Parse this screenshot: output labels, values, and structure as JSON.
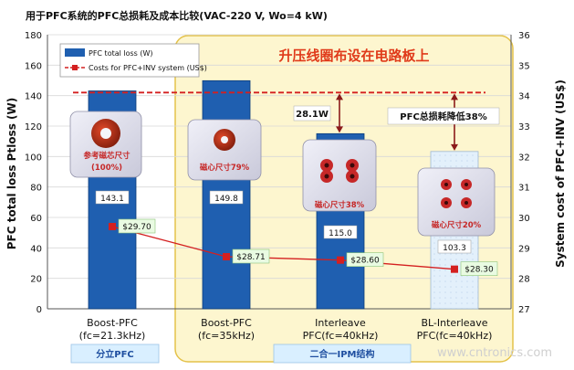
{
  "chart_data": {
    "type": "bar",
    "title": "用于PFC系统的PFC总损耗及成本比较(VAC-220 V, Wo=4 kW)",
    "categories": [
      {
        "line1": "Boost-PFC",
        "line2": "(fc=21.3kHz)"
      },
      {
        "line1": "Boost-PFC",
        "line2": "(fc=35kHz)"
      },
      {
        "line1": "Interleave",
        "line2": "PFC(fc=40kHz)"
      },
      {
        "line1": "BL-Interleave",
        "line2": "PFC(fc=40kHz)"
      }
    ],
    "ylabel": "PFC total loss Ptloss (W)",
    "y2label": "System cost of PFC+INV (US$)",
    "ylim": [
      0,
      180
    ],
    "y2lim": [
      27,
      36
    ],
    "yticks": [
      "0",
      "20",
      "40",
      "60",
      "80",
      "100",
      "120",
      "140",
      "160",
      "180"
    ],
    "y2ticks": [
      "27",
      "28",
      "29",
      "30",
      "31",
      "32",
      "33",
      "34",
      "35",
      "36"
    ],
    "series": [
      {
        "name": "PFC total loss (W)",
        "axis": "left",
        "values": [
          143.1,
          149.8,
          115.0,
          103.3
        ],
        "labels": [
          "143.1",
          "149.8",
          "115.0",
          "103.3"
        ]
      },
      {
        "name": "Costs for PFC+INV system (US$)",
        "axis": "right",
        "values": [
          29.7,
          28.71,
          28.6,
          28.3
        ],
        "labels": [
          "$29.70",
          "$28.71",
          "$28.60",
          "$28.30"
        ]
      }
    ],
    "reference_line_value_left": 142,
    "legend_position": "top-left",
    "annotations": {
      "highlight_title": "升压线圈布设在电路板上",
      "loss_diff": "28.1W",
      "loss_reduction": "PFC总损耗降低38%",
      "core_labels": [
        "参考磁芯尺寸(100%)",
        "磁心尺寸79%",
        "磁心尺寸38%",
        "磁心尺寸20%"
      ],
      "group_labels": [
        "分立PFC",
        "二合一IPM结构"
      ],
      "watermark": "www.cntronics.com"
    }
  },
  "colors": {
    "bar": "#1f5fb0",
    "bar_edge": "#0c3c7a",
    "cost_line": "#d42020",
    "highlight_bg": "#fdf6cf",
    "highlight_border": "#e4c24a",
    "highlight_title": "#e03a1a",
    "core_red": "#c62828",
    "group_label_bg": "#d9efff",
    "group_label_text": "#1f4fa0"
  }
}
